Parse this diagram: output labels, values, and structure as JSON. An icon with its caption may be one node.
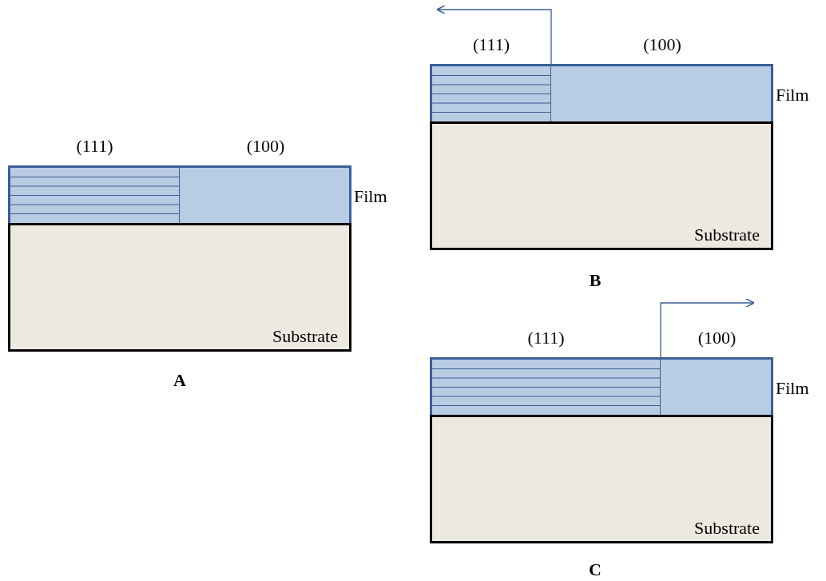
{
  "diagram": {
    "nodes": [
      {
        "text": [],
        "shape": "box",
        "beside": [
          "Film"
        ]
      },
      {
        "text": [
          "(111)"
        ],
        "in": 0
      },
      {
        "text": [
          "(100)"
        ]
      },
      {
        "text": [
          "Substrate"
        ]
      },
      {
        "text": [],
        "shape": "box",
        "beside": [
          "Film"
        ]
      },
      {
        "text": [
          "(111)"
        ],
        "in": 4
      },
      {
        "text": [
          "(100)"
        ]
      },
      {
        "text": [
          "Substrate"
        ]
      },
      {
        "text": [],
        "shape": "box",
        "beside": [
          "Film"
        ]
      },
      {
        "text": [
          "(111)"
        ],
        "in": 8
      },
      {
        "text": [
          "(100)"
        ]
      },
      {
        "text": [
          "Substrate"
        ]
      }
    ],
    "labels": [
      "A",
      "B",
      "C"
    ]
  }
}
